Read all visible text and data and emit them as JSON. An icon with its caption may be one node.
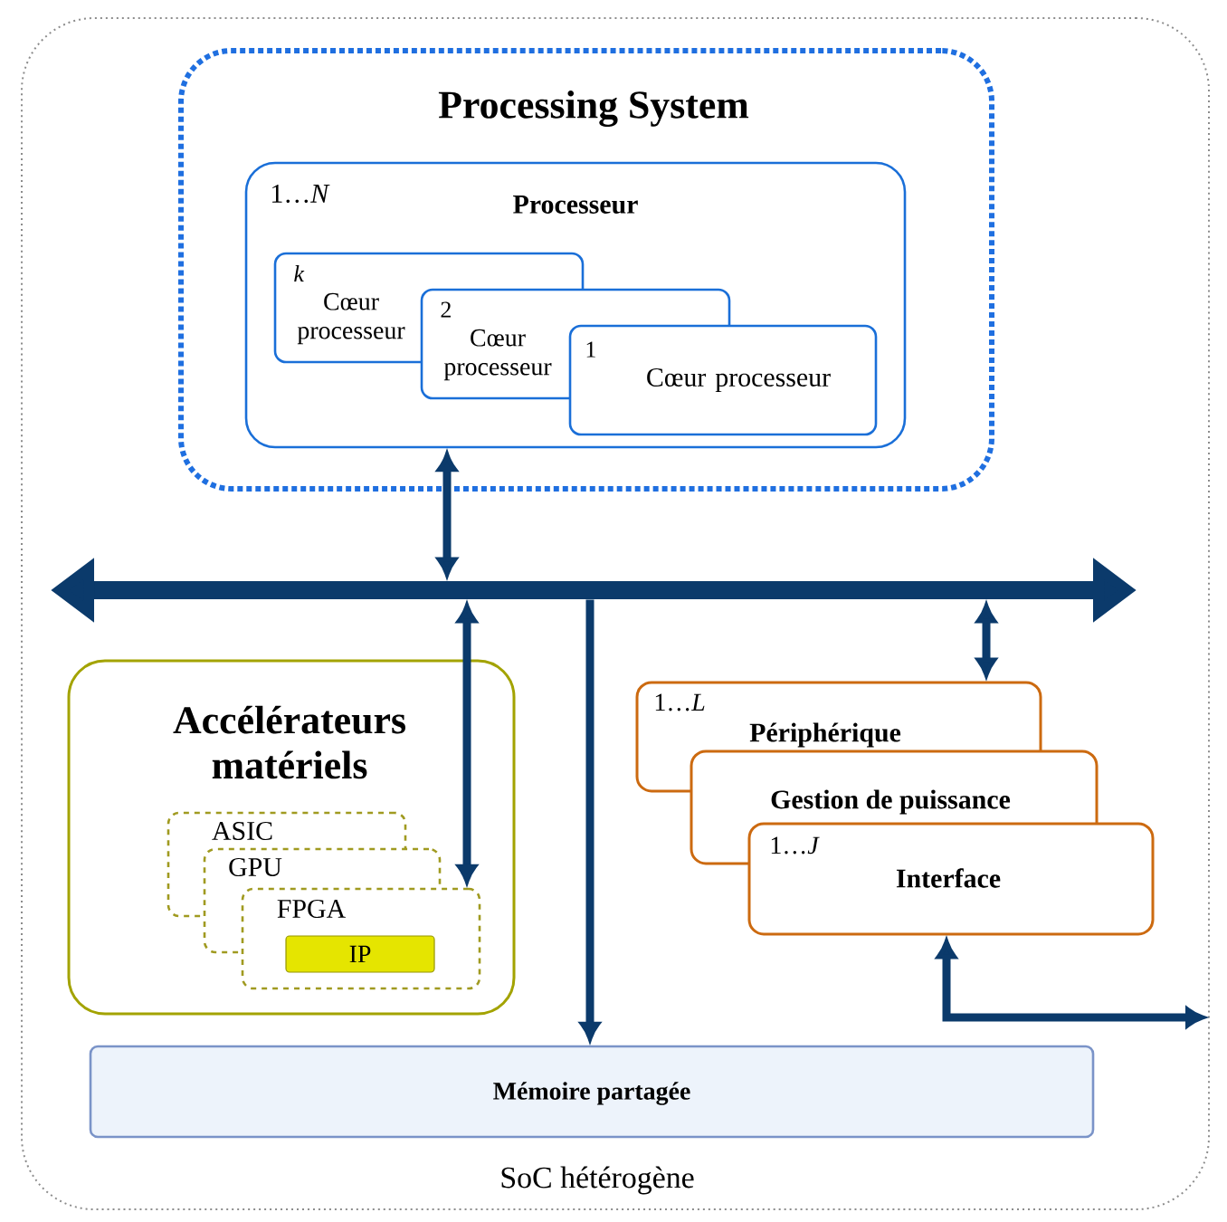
{
  "diagram": {
    "nodes": [
      {
        "text": [
          "SoC hétérogène"
        ]
      },
      {
        "text": [
          "Processing System"
        ],
        "in": 0
      },
      {
        "text": [
          "1…*N*",
          "Processeur"
        ],
        "in": 1
      },
      {
        "text": [
          "*k*",
          "Cœur processeur"
        ],
        "in": 2
      },
      {
        "text": [
          "2",
          "Cœur processeur"
        ],
        "in": 2
      },
      {
        "text": [
          "1",
          "Cœur processeur"
        ],
        "in": 2
      },
      {
        "text": [],
        "shape": "bar",
        "in": 0
      },
      {
        "text": [
          "Accélérateurs matériels"
        ],
        "in": 0
      },
      {
        "text": [
          "ASIC"
        ],
        "in": 7
      },
      {
        "text": [
          "GPU"
        ],
        "in": 7
      },
      {
        "text": [
          "FPGA"
        ],
        "in": 7
      },
      {
        "text": [
          "IP"
        ],
        "in": 10
      },
      {
        "text": [
          "1…*L*",
          "Périphérique"
        ],
        "in": 0
      },
      {
        "text": [
          "Gestion de puissance"
        ],
        "in": 0
      },
      {
        "text": [
          "1…*J*",
          "Interface"
        ],
        "in": 0
      },
      {
        "text": [
          "Mémoire partagée"
        ],
        "in": 0
      }
    ],
    "edges": [
      {
        "from": 2,
        "to": 6,
        "arrow": "both"
      },
      {
        "from": 6,
        "to": 10,
        "arrow": "both"
      },
      {
        "from": 6,
        "to": 12,
        "arrow": "both"
      },
      {
        "from": 6,
        "to": 15,
        "arrow": "to"
      },
      {
        "from": 14,
        "to": null,
        "arrow": "both"
      }
    ]
  }
}
